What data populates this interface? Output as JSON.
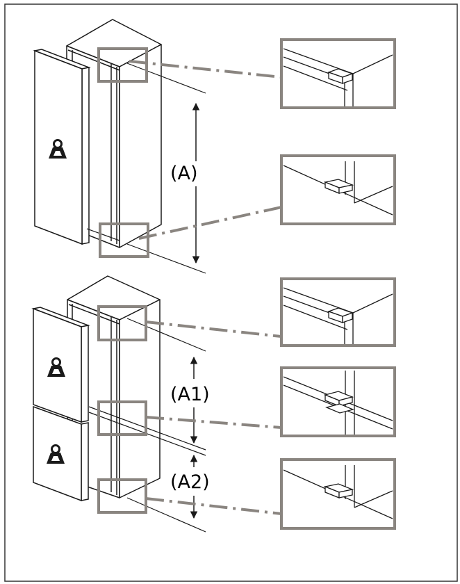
{
  "labels": {
    "a": "(A)",
    "a1": "(A1)",
    "a2": "(A2)"
  },
  "colors": {
    "line": "#1a1a1a",
    "callout": "#8a8580",
    "frame": "#333333"
  },
  "icons": [
    "door-weight-icon"
  ]
}
